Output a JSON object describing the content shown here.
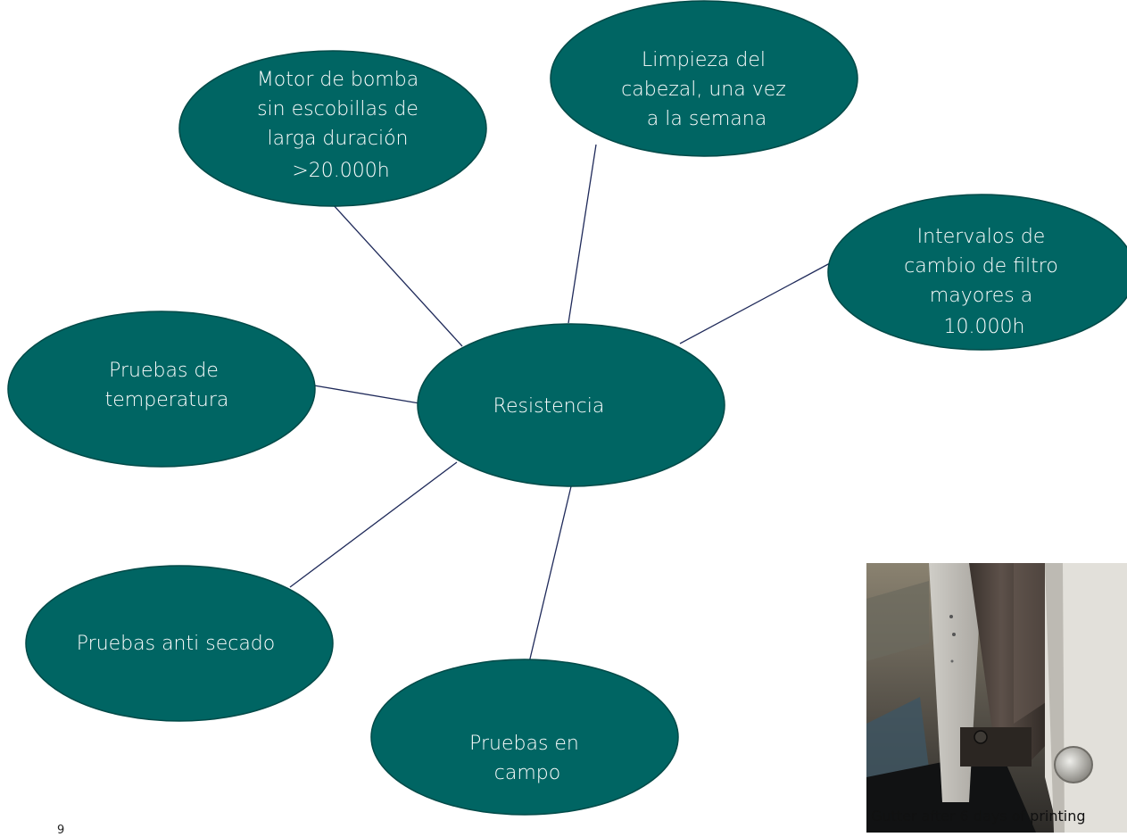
{
  "diagram": {
    "center": "Resistencia",
    "nodes": [
      {
        "id": "motor",
        "lines": [
          "Motor de bomba",
          "sin escobillas de",
          "larga duración",
          ">20.000h"
        ]
      },
      {
        "id": "limpieza",
        "lines": [
          "Limpieza del",
          "cabezal, una vez",
          "a la semana"
        ]
      },
      {
        "id": "intervalos",
        "lines": [
          "Intervalos de",
          "cambio de filtro",
          "mayores a",
          "10.000h"
        ]
      },
      {
        "id": "temperatura",
        "lines": [
          "Pruebas de",
          "temperatura"
        ]
      },
      {
        "id": "secado",
        "lines": [
          "Pruebas anti secado"
        ]
      },
      {
        "id": "campo",
        "lines": [
          "Pruebas en",
          "campo"
        ]
      }
    ],
    "colors": {
      "node_fill": "#006563",
      "node_stroke": "#004a48",
      "connector": "#1f2a5a"
    }
  },
  "photo": {
    "caption": "Gutter after 6 days of printing"
  },
  "page_number": "9"
}
